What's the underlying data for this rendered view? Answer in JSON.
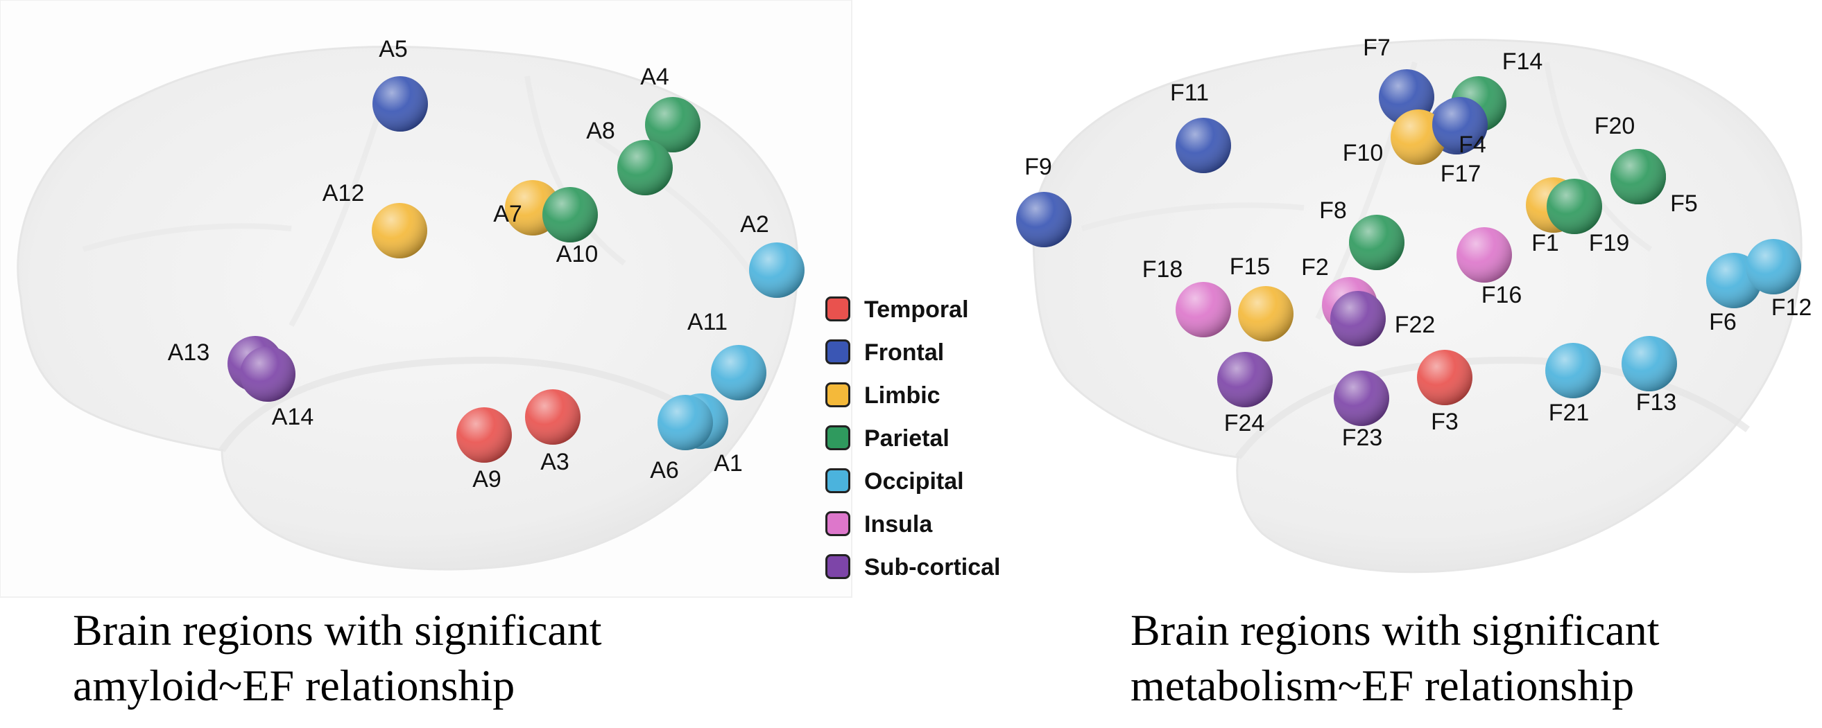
{
  "colors": {
    "Temporal": "#e9524e",
    "Frontal": "#3a56b4",
    "Limbic": "#f4b93a",
    "Parietal": "#2f9a5e",
    "Occipital": "#4bb3dd",
    "Insula": "#dd77cb",
    "Sub-cortical": "#7d45a8"
  },
  "legend": [
    {
      "label": "Temporal",
      "color": "#e9524e"
    },
    {
      "label": "Frontal",
      "color": "#3a56b4"
    },
    {
      "label": "Limbic",
      "color": "#f4b93a"
    },
    {
      "label": "Parietal",
      "color": "#2f9a5e"
    },
    {
      "label": "Occipital",
      "color": "#4bb3dd"
    },
    {
      "label": "Insula",
      "color": "#dd77cb"
    },
    {
      "label": "Sub-cortical",
      "color": "#7d45a8"
    }
  ],
  "panels": [
    {
      "caption_line1": "Brain regions with significant",
      "caption_line2": "amyloid~EF relationship",
      "nodes": [
        {
          "id": "A1",
          "category": "Occipital"
        },
        {
          "id": "A2",
          "category": "Occipital"
        },
        {
          "id": "A3",
          "category": "Temporal"
        },
        {
          "id": "A4",
          "category": "Parietal"
        },
        {
          "id": "A5",
          "category": "Frontal"
        },
        {
          "id": "A6",
          "category": "Occipital"
        },
        {
          "id": "A7",
          "category": "Limbic"
        },
        {
          "id": "A8",
          "category": "Parietal"
        },
        {
          "id": "A9",
          "category": "Temporal"
        },
        {
          "id": "A10",
          "category": "Parietal"
        },
        {
          "id": "A11",
          "category": "Occipital"
        },
        {
          "id": "A12",
          "category": "Limbic"
        },
        {
          "id": "A13",
          "category": "Sub-cortical"
        },
        {
          "id": "A14",
          "category": "Sub-cortical"
        }
      ]
    },
    {
      "caption_line1": "Brain regions with significant",
      "caption_line2": "metabolism~EF relationship",
      "nodes": [
        {
          "id": "F1",
          "category": "Limbic"
        },
        {
          "id": "F2",
          "category": "Insula"
        },
        {
          "id": "F3",
          "category": "Temporal"
        },
        {
          "id": "F4",
          "category": "Frontal"
        },
        {
          "id": "F5",
          "category": "Parietal"
        },
        {
          "id": "F6",
          "category": "Occipital"
        },
        {
          "id": "F7",
          "category": "Frontal"
        },
        {
          "id": "F8",
          "category": "Parietal"
        },
        {
          "id": "F9",
          "category": "Frontal"
        },
        {
          "id": "F10",
          "category": "Limbic"
        },
        {
          "id": "F11",
          "category": "Frontal"
        },
        {
          "id": "F12",
          "category": "Occipital"
        },
        {
          "id": "F13",
          "category": "Occipital"
        },
        {
          "id": "F14",
          "category": "Parietal"
        },
        {
          "id": "F15",
          "category": "Limbic"
        },
        {
          "id": "F16",
          "category": "Insula"
        },
        {
          "id": "F17",
          "category": "Frontal"
        },
        {
          "id": "F18",
          "category": "Insula"
        },
        {
          "id": "F19",
          "category": "Parietal"
        },
        {
          "id": "F20",
          "category": "Parietal"
        },
        {
          "id": "F21",
          "category": "Occipital"
        },
        {
          "id": "F22",
          "category": "Sub-cortical"
        },
        {
          "id": "F23",
          "category": "Sub-cortical"
        },
        {
          "id": "F24",
          "category": "Sub-cortical"
        }
      ]
    }
  ]
}
